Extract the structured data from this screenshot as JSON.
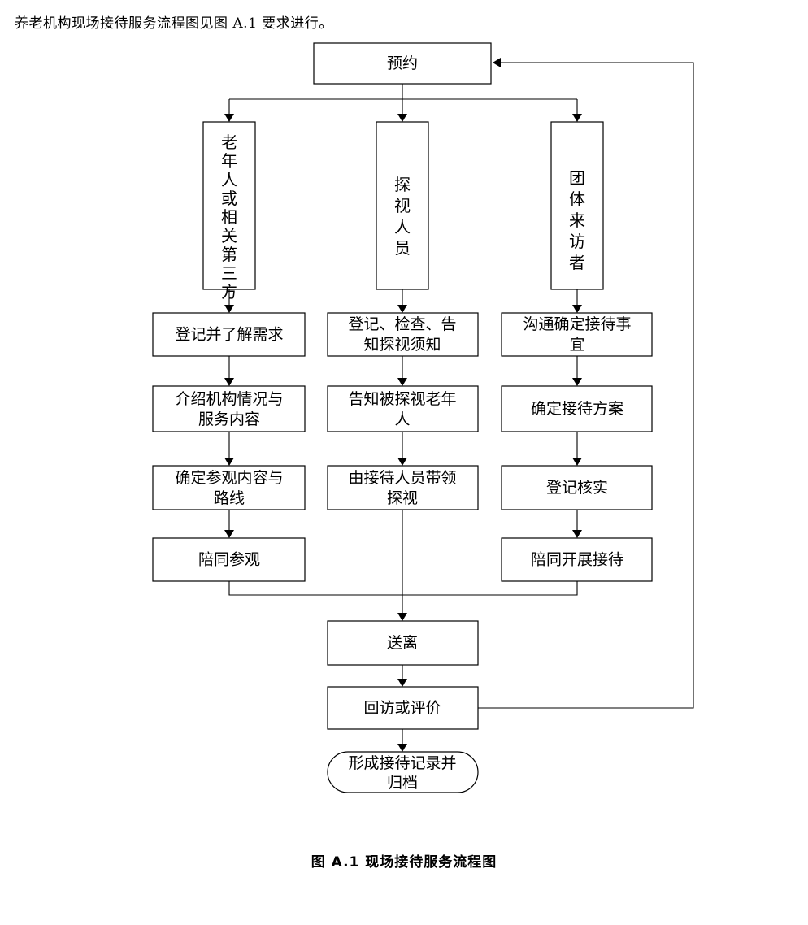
{
  "intro_text": "养老机构现场接待服务流程图见图 A.1 要求进行。",
  "caption": "图 A.1 现场接待服务流程图",
  "flow": {
    "reserve": "预约",
    "branch_elderly": "老年人或相关第三方",
    "branch_visitor": "探视人员",
    "branch_group": "团体来访者",
    "elderly_steps": [
      [
        "登记并了解需求"
      ],
      [
        "介绍机构情况与",
        "服务内容"
      ],
      [
        "确定参观内容与",
        "路线"
      ],
      [
        "陪同参观"
      ]
    ],
    "visitor_steps": [
      [
        "登记、检查、告",
        "知探视须知"
      ],
      [
        "告知被探视老年",
        "人"
      ],
      [
        "由接待人员带领",
        "探视"
      ]
    ],
    "group_steps": [
      [
        "沟通确定接待事",
        "宜"
      ],
      [
        "确定接待方案"
      ],
      [
        "登记核实"
      ],
      [
        "陪同开展接待"
      ]
    ],
    "send_off": "送离",
    "follow_up": "回访或评价",
    "archive": [
      "形成接待记录并",
      "归档"
    ]
  }
}
